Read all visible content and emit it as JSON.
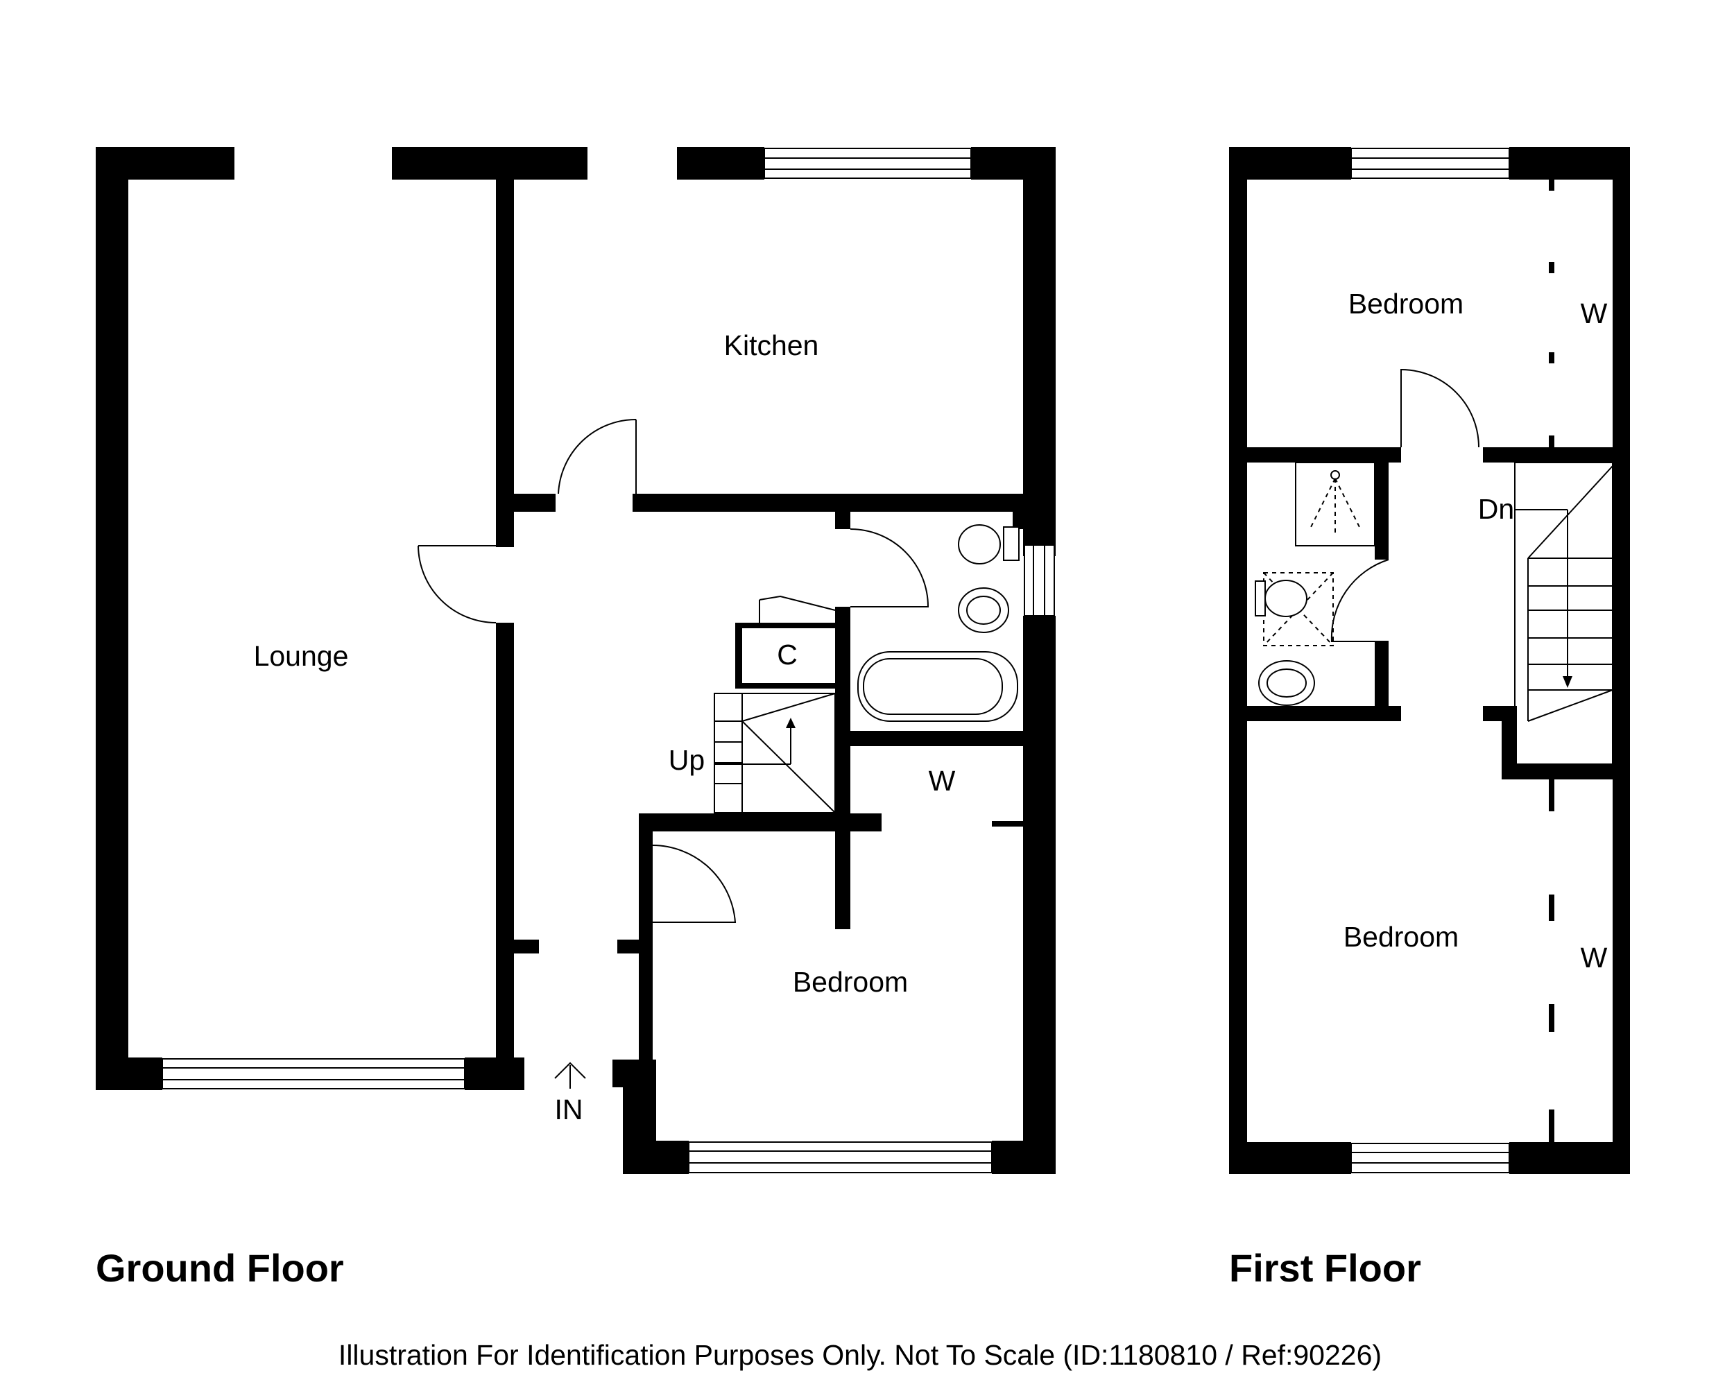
{
  "ground_floor": {
    "title": "Ground Floor",
    "rooms": {
      "lounge": "Lounge",
      "kitchen": "Kitchen",
      "bedroom": "Bedroom",
      "cupboard": "C",
      "wardrobe": "W",
      "stairs_up": "Up",
      "entrance": "IN"
    }
  },
  "first_floor": {
    "title": "First Floor",
    "rooms": {
      "bedroom_top": "Bedroom",
      "bedroom_bottom": "Bedroom",
      "wardrobe_top": "W",
      "wardrobe_bottom": "W",
      "stairs_down": "Dn"
    }
  },
  "footer_note": "Illustration For Identification Purposes Only. Not To Scale (ID:1180810 / Ref:90226)"
}
